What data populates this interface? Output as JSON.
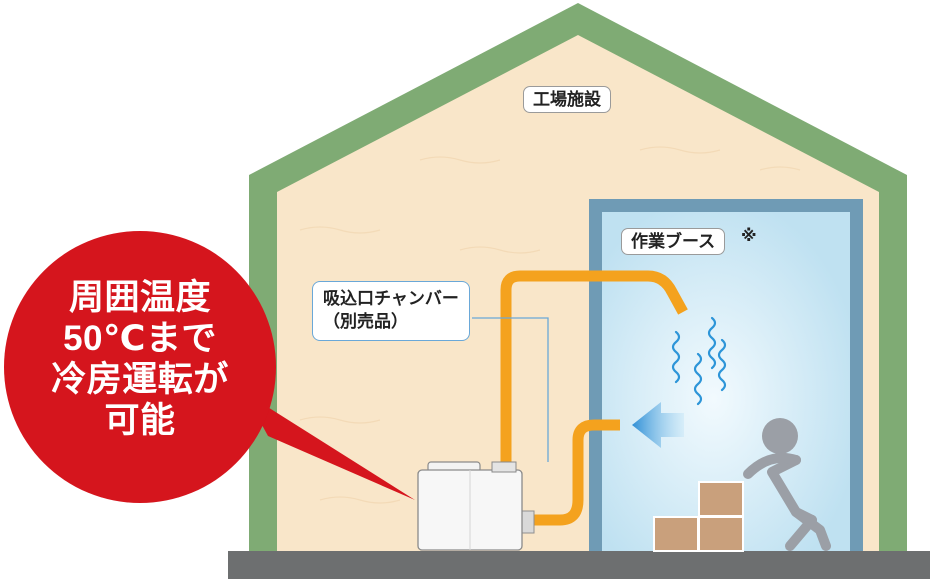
{
  "labels": {
    "facility": "工場施設",
    "booth": "作業ブース",
    "booth_note": "※",
    "chamber_line1": "吸込口チャンバー",
    "chamber_line2": "（別売品）"
  },
  "bubble": {
    "line1": "周囲温度",
    "line2": "50℃まで",
    "line3": "冷房運転が",
    "line4": "可能"
  },
  "colors": {
    "roof": "#7fab74",
    "wall": "#f9e6c9",
    "ground": "#6d6f70",
    "booth_frame": "#6f9bb5",
    "booth_fill": "#c7e6f4",
    "duct": "#f4a21e",
    "bubble": "#d5151d",
    "person": "#9b9fa6",
    "box": "#c9a07c",
    "air_arrow": "#3fa3e0"
  },
  "icons": [
    "cooling-unit-icon",
    "person-icon",
    "box-icon",
    "airflow-arrow-icon",
    "wavy-air-icon"
  ]
}
